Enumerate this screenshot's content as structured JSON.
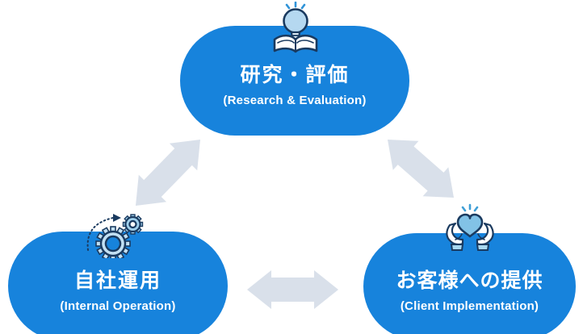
{
  "page": {
    "background": "#ffffff"
  },
  "diagram": {
    "type": "cycle",
    "colors": {
      "node_fill": "#1783dc",
      "arrow_fill": "#d9e0ea",
      "icon_outline": "#1a3a5f",
      "icon_light_blue": "#b5d8f0",
      "icon_accent_blue": "#2f93d8",
      "heart_blue": "#82c2e6",
      "cuff_blue": "#a8d8f0",
      "text_color": "#ffffff"
    },
    "nodes": [
      {
        "id": "research",
        "label_ja": "研究・評価",
        "label_en": "(Research & Evaluation)",
        "icon": "lightbulb-book-icon",
        "position": "top-center"
      },
      {
        "id": "internal-operation",
        "label_ja": "自社運用",
        "label_en": "(Internal Operation)",
        "icon": "gears-icon",
        "position": "bottom-left"
      },
      {
        "id": "client-implementation",
        "label_ja": "お客様への提供",
        "label_en": "(Client Implementation)",
        "icon": "hands-heart-icon",
        "position": "bottom-right"
      }
    ],
    "connections": [
      {
        "from": "research",
        "to": "internal-operation",
        "bidirectional": true
      },
      {
        "from": "research",
        "to": "client-implementation",
        "bidirectional": true
      },
      {
        "from": "internal-operation",
        "to": "client-implementation",
        "bidirectional": true
      }
    ]
  }
}
